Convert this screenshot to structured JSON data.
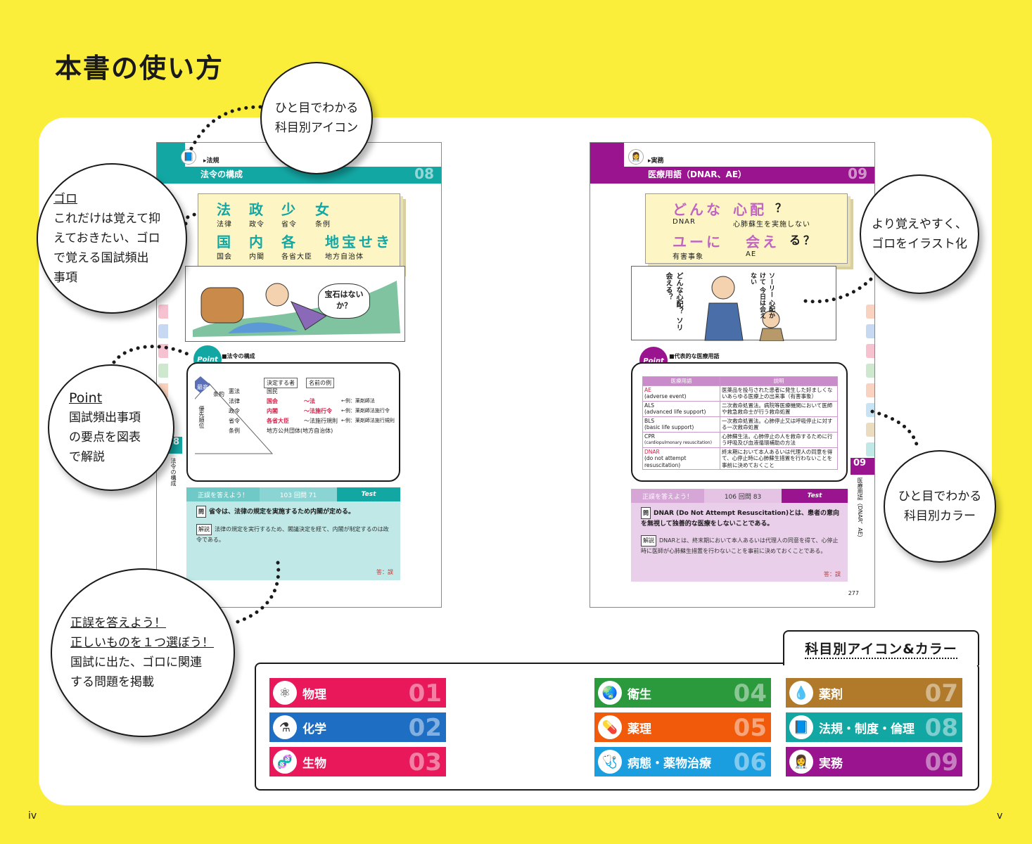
{
  "page_title": "本書の使い方",
  "folio_left": "iv",
  "folio_right": "v",
  "callouts": {
    "icon": [
      "ひと目でわかる",
      "科目別アイコン"
    ],
    "goro_title": "ゴロ",
    "goro_lines": [
      "これだけは覚えて抑",
      "えておきたい、ゴロ",
      "で覚える国試頻出",
      "事項"
    ],
    "point_title": "Point",
    "point_lines": [
      "国試頻出事項",
      "の要点を図表",
      "で解説"
    ],
    "illust": [
      "より覚えやすく、",
      "ゴロをイラスト化"
    ],
    "color": [
      "ひと目でわかる",
      "科目別カラー"
    ],
    "quiz_u1": "正誤を答えよう！",
    "quiz_u2": "正しいものを１つ選ぼう！",
    "quiz_lines": [
      "国試に出た、ゴロに関連",
      "する問題を掲載"
    ]
  },
  "left_page": {
    "category": "法規",
    "title": "法令の構成",
    "number": "08",
    "goro_top": [
      "法",
      "政",
      "少",
      "女"
    ],
    "goro_top_sub": [
      "法律",
      "政令",
      "省令",
      "条例"
    ],
    "goro_bottom": [
      "国",
      "内",
      "各",
      "地宝せき"
    ],
    "goro_bottom_sub": [
      "国会",
      "内閣",
      "各省大臣",
      "地方自治体"
    ],
    "speech": "宝石はないか？",
    "point_label": "■法令の構成",
    "diagram": {
      "head1": "決定する者",
      "head2": "名前の例",
      "rows": [
        {
          "law": "憲法",
          "by": "国民",
          "ex": ""
        },
        {
          "law": "法律",
          "by": "国会",
          "ex": "～法",
          "eg": "←例：薬剤師法"
        },
        {
          "law": "政令",
          "by": "内閣",
          "ex": "～法施行令",
          "eg": "←例：薬剤師法施行令"
        },
        {
          "law": "省令",
          "by": "各省大臣",
          "ex": "～法施行規則",
          "eg": "←例：薬剤師法施行規則"
        },
        {
          "law": "条例",
          "by": "地方公共団体(地方自治体)",
          "ex": "",
          "eg": ""
        }
      ],
      "apex": "最高",
      "side1": "条約",
      "side2": "優先順位"
    },
    "test_bar": [
      "正誤を答えよう！",
      "103 回問 71",
      "Test"
    ],
    "question_tag": "問",
    "question": "省令は、法律の規定を実施するため内閣が定める。",
    "explain_tag": "解説",
    "explanation": "法律の規定を実行するため、閣議決定を経て、内閣が制定するのは政令である。",
    "answer": "答：誤",
    "side_num": "08",
    "side_title": "法令の構成"
  },
  "right_page": {
    "category": "実務",
    "title": "医療用語（DNAR、AE）",
    "number": "09",
    "goro_top": [
      "どんな",
      "心配",
      "？"
    ],
    "goro_top_sub": [
      "DNAR",
      "心肺蘇生を実施しない"
    ],
    "goro_bottom": [
      "ユーに",
      "会え",
      "る？"
    ],
    "goro_bottom_sub": [
      "有害事象",
      "AE"
    ],
    "speech1": "どんな心配？ ソリ会える？",
    "speech2": "ソーリー 心配かけて 今日は会えない",
    "point_label": "■代表的な医療用語",
    "table_head": [
      "医療用語",
      "説明"
    ],
    "table_rows": [
      {
        "term": "AE",
        "full": "(adverse event)",
        "desc": "医薬品を投与された患者に発生した好ましくないあらゆる医療上の出来事（有害事象）"
      },
      {
        "term": "ALS",
        "full": "(advanced life support)",
        "desc": "二次救命処置法。病院等医療機関において医師や救急救命士が行う救命処置"
      },
      {
        "term": "BLS",
        "full": "(basic life support)",
        "desc": "一次救命処置法。心肺停止又は呼吸停止に対する一次救命処置"
      },
      {
        "term": "CPR",
        "full": "(cardiopulmonary resuscitation)",
        "desc": "心肺蘇生法。心肺停止の人を救命するために行う呼吸及び血液循環補助の方法"
      },
      {
        "term": "DNAR",
        "full": "(do not attempt resuscitation)",
        "desc": "終末期において本人あるいは代理人の同意を得て、心停止時に心肺蘇生措置を行わないことを事前に決めておくこと"
      }
    ],
    "test_bar": [
      "正誤を答えよう！",
      "106 回問 83",
      "Test"
    ],
    "question_tag": "問",
    "question": "DNAR (Do Not Attempt Resuscitation)とは、患者の意向を無視して独善的な医療をしないことである。",
    "explain_tag": "解説",
    "explanation": "DNARとは、終末期において本人あるいは代理人の同意を得て、心停止時に医師が心肺蘇生措置を行わないことを事前に決めておくことである。",
    "answer": "答：誤",
    "page_no": "277",
    "side_num": "09",
    "side_title": "医療用語（DNAR、AE）"
  },
  "legend": {
    "title": "科目別アイコン&カラー",
    "subjects": [
      {
        "name": "物理",
        "num": "01",
        "color": "#e8185a"
      },
      {
        "name": "化学",
        "num": "02",
        "color": "#1e6fc4"
      },
      {
        "name": "生物",
        "num": "03",
        "color": "#e8185a"
      },
      {
        "name": "衛生",
        "num": "04",
        "color": "#2a9a3c"
      },
      {
        "name": "薬理",
        "num": "05",
        "color": "#f05a0a"
      },
      {
        "name": "病態・薬物治療",
        "num": "06",
        "color": "#1a9ee0"
      },
      {
        "name": "薬剤",
        "num": "07",
        "color": "#b07a2a"
      },
      {
        "name": "法規・制度・倫理",
        "num": "08",
        "color": "#13a7a4"
      },
      {
        "name": "実務",
        "num": "09",
        "color": "#9a148f"
      }
    ]
  },
  "colors": {
    "teal": "#13a7a4",
    "purple": "#9a148f",
    "yellow": "#fbee3a"
  },
  "icons": [
    "book-icon",
    "atom-icon",
    "flask-icon",
    "dna-icon",
    "globe-icon",
    "capsule-icon",
    "stethoscope-icon",
    "iv-bag-icon",
    "pharmacist-icon"
  ]
}
